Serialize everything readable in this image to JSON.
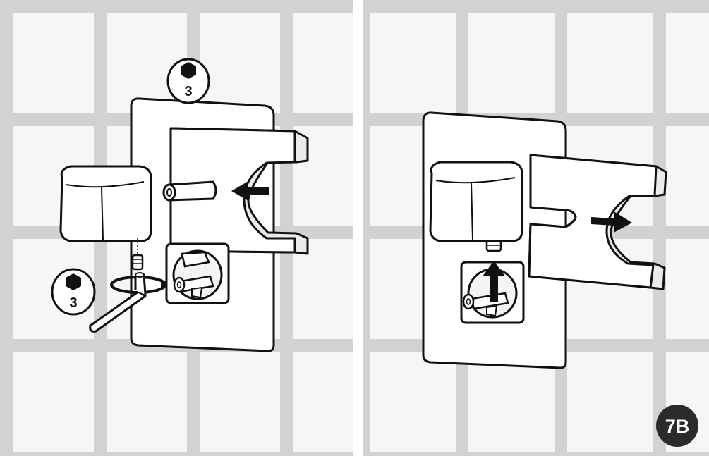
{
  "figure": {
    "step_label": "7B",
    "step_badge_color": "#2b2b2b"
  },
  "left_panel": {
    "callout_top": {
      "tool_icon": "hex-key-icon",
      "size_label": "3"
    },
    "callout_bottom": {
      "tool_icon": "hex-key-icon",
      "size_label": "3"
    }
  },
  "colors": {
    "tile": "#f6f6f6",
    "grout": "#d2d2d2",
    "outline": "#111111",
    "part_fill": "#ffffff"
  }
}
